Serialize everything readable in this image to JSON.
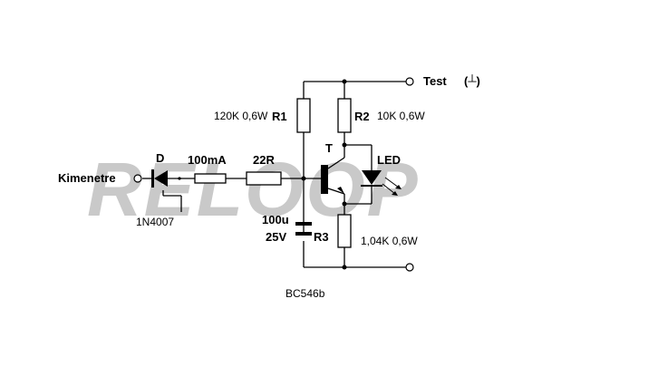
{
  "watermark": "RELOOP",
  "labels": {
    "kimenetre": "Kimenetre",
    "test": "Test",
    "test_symbol": "(┴)",
    "d": "D",
    "diode_part": "1N4007",
    "fuse": "100mA",
    "r22": "22R",
    "r1": "R1",
    "r1_value": "120K 0,6W",
    "r2": "R2",
    "r2_value": "10K 0,6W",
    "t": "T",
    "led": "LED",
    "cap_value": "100u",
    "cap_voltage": "25V",
    "r3": "R3",
    "r3_value": "1,04K 0,6W",
    "transistor_part": "BC546b"
  },
  "colors": {
    "wire": "#000000",
    "watermark": "#c9c9c9"
  }
}
